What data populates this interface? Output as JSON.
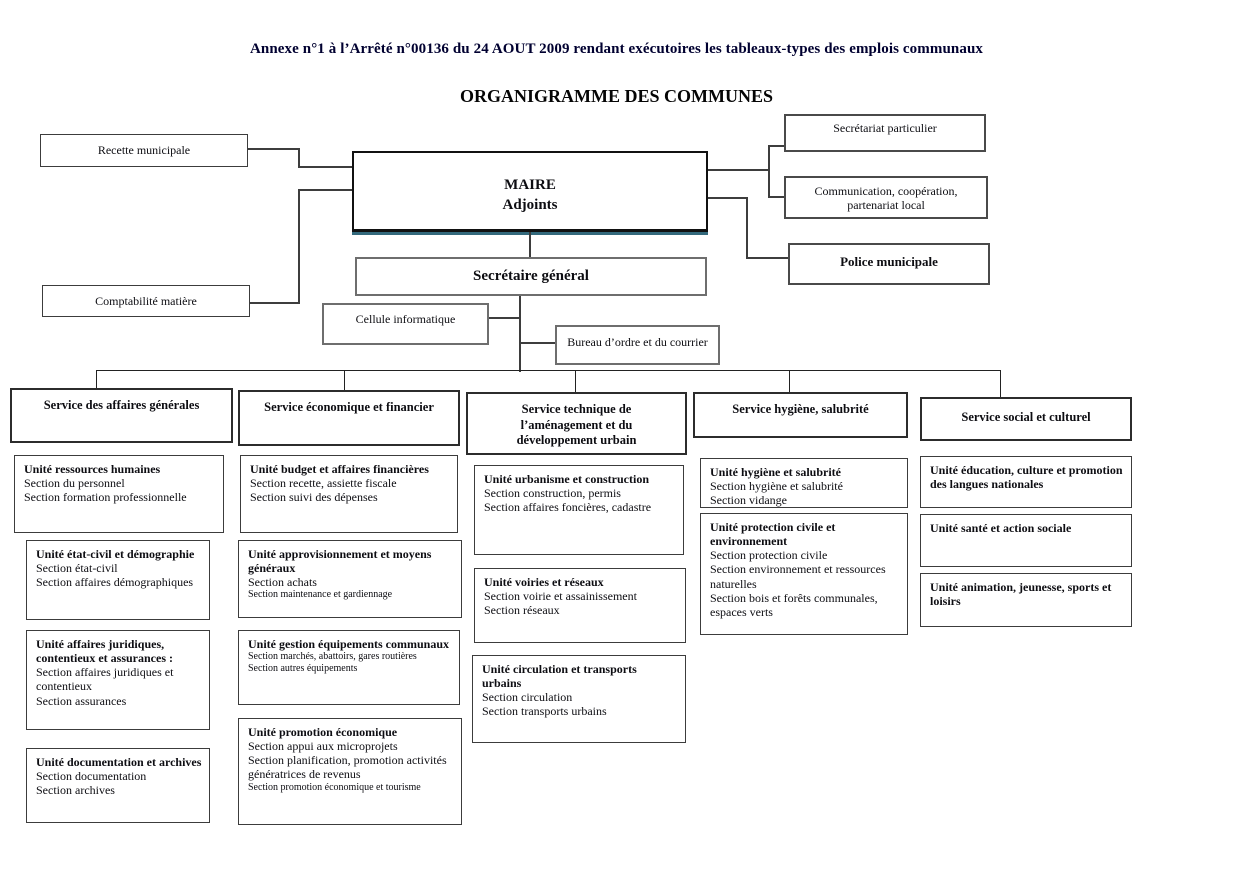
{
  "page": {
    "title": "Annexe n°1 à l’Arrêté n°00136 du 24 AOUT 2009 rendant exécutoires les tableaux-types des emplois communaux",
    "subtitle": "ORGANIGRAMME DES COMMUNES"
  },
  "colors": {
    "maire_shadow": "#33697c",
    "connector_line": "#3d3d3d",
    "title_text": "#000030"
  },
  "top": {
    "recette": "Recette municipale",
    "comptabilite": "Comptabilité matière",
    "maire": {
      "line1": "MAIRE",
      "line2": "Adjoints"
    },
    "secretariat": "Secrétariat particulier",
    "communication": "Communication, coopération, partenariat local",
    "police": "Police municipale",
    "secretaire_general": "Secrétaire général",
    "cellule": "Cellule informatique",
    "bureau": "Bureau d’ordre et du courrier"
  },
  "services": [
    {
      "label": "Service des affaires générales",
      "units": [
        {
          "title": "Unité ressources humaines",
          "sections": [
            "Section du personnel",
            "Section formation professionnelle"
          ]
        },
        {
          "title": "Unité état-civil et démographie",
          "sections": [
            "Section état-civil",
            "Section affaires démographiques"
          ]
        },
        {
          "title": "Unité affaires juridiques, contentieux et assurances :",
          "sections": [
            "Section affaires juridiques et contentieux",
            "Section assurances"
          ]
        },
        {
          "title": "Unité documentation et archives",
          "sections": [
            "Section documentation",
            "Section archives"
          ]
        }
      ]
    },
    {
      "label": "Service économique et financier",
      "units": [
        {
          "title": "Unité budget et affaires financières",
          "sections": [
            "Section recette, assiette fiscale",
            "Section suivi des dépenses"
          ]
        },
        {
          "title": "Unité approvisionnement et moyens généraux",
          "sections": [
            "Section achats",
            "Section maintenance et gardiennage"
          ]
        },
        {
          "title": "Unité gestion équipements communaux",
          "sections": [
            "Section marchés, abattoirs, gares routières",
            "Section autres équipements"
          ]
        },
        {
          "title": "Unité promotion économique",
          "sections": [
            "Section appui aux microprojets",
            "Section planification, promotion activités génératrices de revenus",
            "Section promotion économique et tourisme"
          ]
        }
      ]
    },
    {
      "label": "Service technique de l’aménagement et du développement urbain",
      "units": [
        {
          "title": "Unité urbanisme et construction",
          "sections": [
            "Section construction, permis",
            "Section affaires foncières, cadastre"
          ]
        },
        {
          "title": "Unité voiries et réseaux",
          "sections": [
            "Section voirie et assainissement",
            "Section réseaux"
          ]
        },
        {
          "title": "Unité circulation et transports urbains",
          "sections": [
            "Section circulation",
            "Section transports urbains"
          ]
        }
      ]
    },
    {
      "label": "Service hygiène, salubrité",
      "units": [
        {
          "title": "Unité hygiène et salubrité",
          "sections": [
            "Section hygiène et salubrité",
            "Section vidange"
          ]
        },
        {
          "title": "Unité protection civile et environnement",
          "sections": [
            "Section protection civile",
            "Section environnement et ressources naturelles",
            "Section bois et forêts communales, espaces verts"
          ]
        }
      ]
    },
    {
      "label": "Service social et culturel",
      "units": [
        {
          "title": "Unité éducation, culture et promotion des langues nationales",
          "sections": []
        },
        {
          "title": "Unité santé et action sociale",
          "sections": []
        },
        {
          "title": "Unité animation, jeunesse, sports et loisirs",
          "sections": []
        }
      ]
    }
  ]
}
